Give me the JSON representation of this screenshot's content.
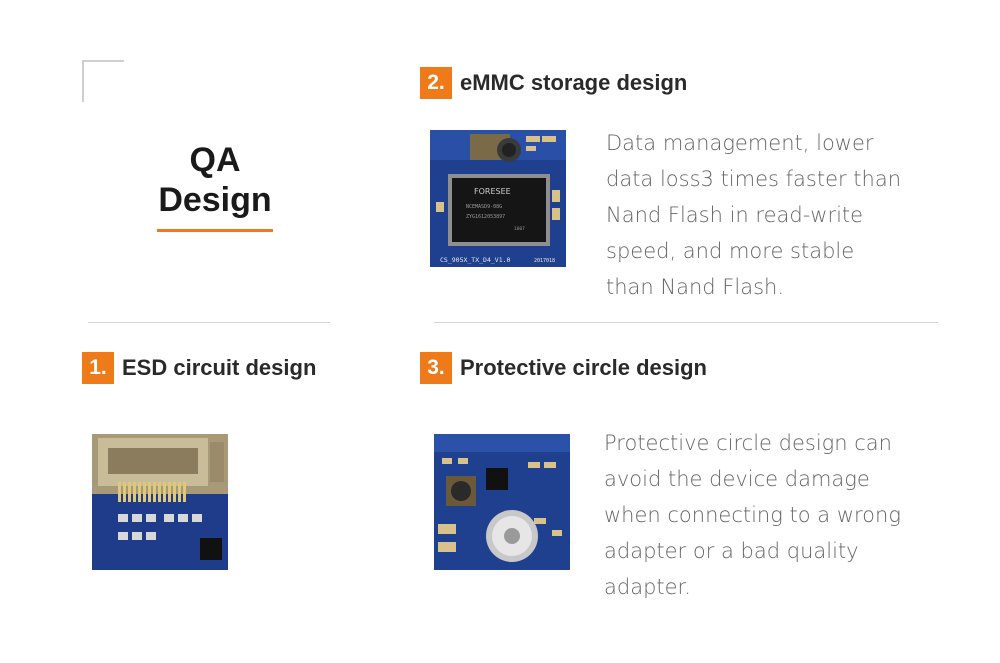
{
  "qa": {
    "line1": "QA",
    "line2": "Design"
  },
  "sections": {
    "emmc": {
      "number": "2.",
      "title": "eMMC  storage design",
      "lines": [
        "Data management, lower",
        "data loss3 times faster than",
        "Nand Flash in read-write",
        "speed, and more stable",
        "than Nand Flash."
      ],
      "chip_brand": "FORESEE",
      "chip_part": "NCEMASD9-08G",
      "chip_code": "ZYG1612053897",
      "chip_suffix": "1607",
      "board_label": "CS_905X_TX_D4_V1.0",
      "board_date": "2017018"
    },
    "esd": {
      "number": "1.",
      "title": "ESD  circuit design"
    },
    "protective": {
      "number": "3.",
      "title": "Protective circle design",
      "lines": [
        "Protective circle design can",
        "avoid the device damage",
        "when connecting to a wrong",
        "adapter or a bad quality",
        "adapter."
      ]
    }
  },
  "colors": {
    "accent": "#ee7a1a",
    "pcb": "#1f3f8f"
  }
}
